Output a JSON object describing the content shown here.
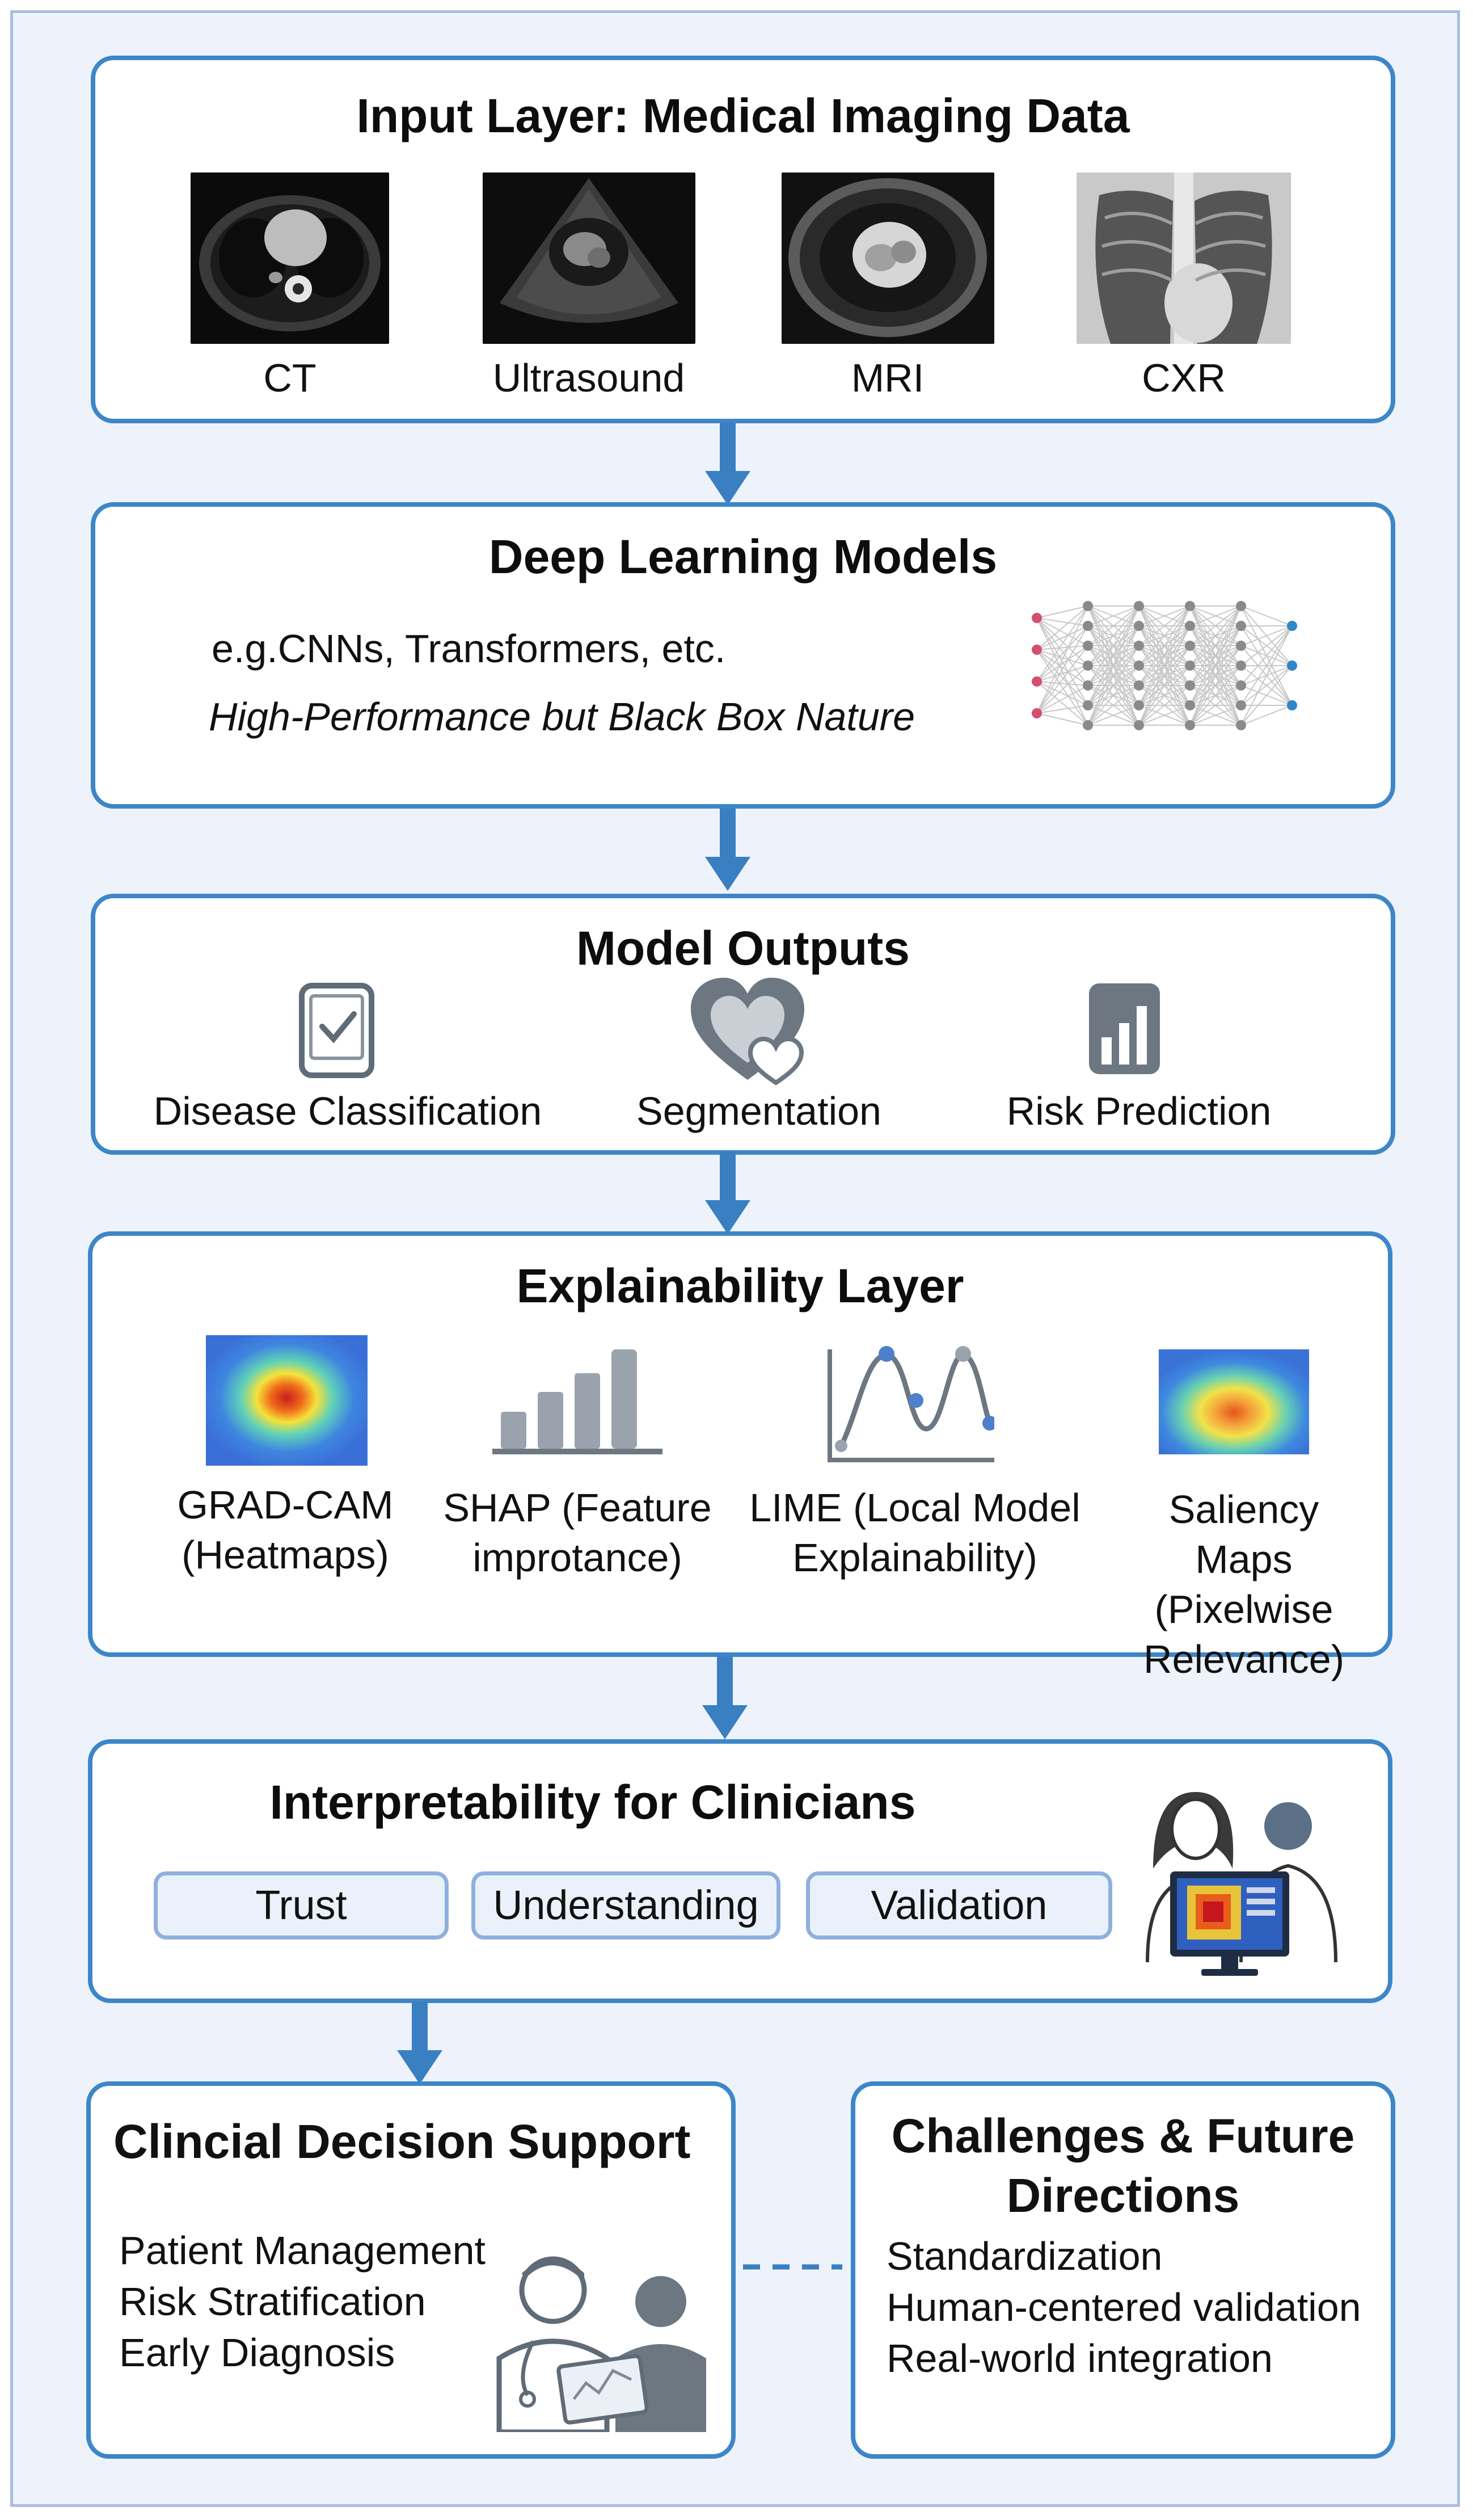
{
  "input_layer": {
    "title": "Input Layer: Medical Imaging Data",
    "modalities": [
      {
        "label": "CT"
      },
      {
        "label": "Ultrasound"
      },
      {
        "label": "MRI"
      },
      {
        "label": "CXR"
      }
    ]
  },
  "deep_learning": {
    "title": "Deep Learning Models",
    "examples": "e.g.CNNs, Transformers, etc.",
    "note": "High-Performance but Black Box Nature"
  },
  "model_outputs": {
    "title": "Model Outputs",
    "items": [
      {
        "label": "Disease Classification",
        "icon": "checkbox-tablet-icon"
      },
      {
        "label": "Segmentation",
        "icon": "heart-icon"
      },
      {
        "label": "Risk Prediction",
        "icon": "bar-chart-icon"
      }
    ]
  },
  "explainability": {
    "title": "Explainability Layer",
    "methods": [
      {
        "line1": "GRAD-CAM",
        "line2": "(Heatmaps)",
        "line3": ""
      },
      {
        "line1": "SHAP (Feature",
        "line2": "improtance)",
        "line3": ""
      },
      {
        "line1": "LIME (Local Model",
        "line2": "Explainability)",
        "line3": ""
      },
      {
        "line1": "Saliency Maps",
        "line2": "(Pixelwise",
        "line3": "Relevance)"
      }
    ]
  },
  "interpretability": {
    "title": "Interpretability for Clinicians",
    "pills": [
      "Trust",
      "Understanding",
      "Validation"
    ]
  },
  "decision_support": {
    "title": "Clincial Decision Support",
    "items": [
      "Patient Management",
      "Risk Stratification",
      "Early Diagnosis"
    ]
  },
  "challenges": {
    "title_line1": "Challenges & Future",
    "title_line2": "Directions",
    "items": [
      "Standardization",
      "Human-centered validation",
      "Real-world integration"
    ]
  },
  "colors": {
    "border": "#3d86c9",
    "arrow": "#3a7fc1",
    "background": "#eef3fb",
    "pill_fill": "#eaf1fb"
  }
}
